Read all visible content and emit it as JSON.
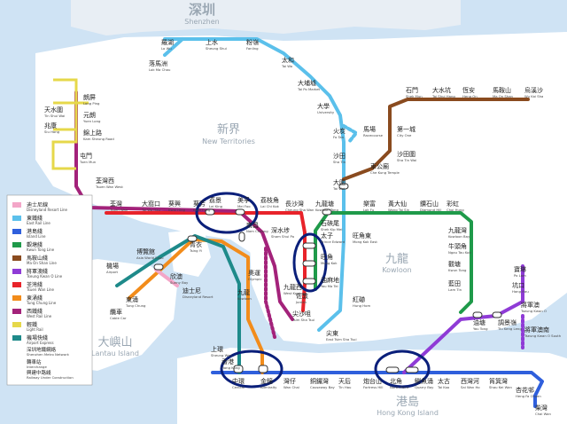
{
  "colors": {
    "water": "#cfe3f4",
    "land": "#ffffff",
    "disney": "#f3a6c8",
    "east_rail": "#5bc0eb",
    "island": "#2f5fdc",
    "kwun_tong": "#1f9a4a",
    "ma_on_shan": "#8a4b1f",
    "tseung_kwan_o": "#8f3bd6",
    "tsuen_wan": "#e8232a",
    "tung_chung": "#f28c1b",
    "west_rail": "#a3227a",
    "light_rail": "#e6d84a",
    "airport_express": "#1e8a8a",
    "highlight": "#0a1f7a"
  },
  "regions": {
    "shenzhen_zh": "深圳",
    "shenzhen_en": "Shenzhen",
    "nt_zh": "新界",
    "nt_en": "New Territories",
    "kowloon_zh": "九龍",
    "kowloon_en": "Kowloon",
    "lantau_zh": "大嶼山",
    "lantau_en": "Lantau Island",
    "hki_zh": "港島",
    "hki_en": "Hong Kong Island"
  },
  "legend": {
    "lines": [
      {
        "zh": "迪士尼線",
        "en": "Disneyland Resort Line",
        "color": "#f3a6c8"
      },
      {
        "zh": "東鐵綫",
        "en": "East Rail Line",
        "color": "#5bc0eb"
      },
      {
        "zh": "港島綫",
        "en": "Island Line",
        "color": "#2f5fdc"
      },
      {
        "zh": "觀塘綫",
        "en": "Kwun Tong Line",
        "color": "#1f9a4a"
      },
      {
        "zh": "馬鞍山綫",
        "en": "Ma On Shan Line",
        "color": "#8a4b1f"
      },
      {
        "zh": "將軍澳綫",
        "en": "Tseung Kwan O Line",
        "color": "#8f3bd6"
      },
      {
        "zh": "荃灣綫",
        "en": "Tsuen Wan Line",
        "color": "#e8232a"
      },
      {
        "zh": "東涌綫",
        "en": "Tung Chung Line",
        "color": "#f28c1b"
      },
      {
        "zh": "西鐵綫",
        "en": "West Rail Line",
        "color": "#a3227a"
      },
      {
        "zh": "輕鐵",
        "en": "Light Rail",
        "color": "#e6d84a"
      },
      {
        "zh": "機場快綫",
        "en": "Airport Express",
        "color": "#1e8a8a"
      }
    ],
    "boundary_zh": "深圳地鐵網絡",
    "boundary_en": "Shenzhen Metro Network",
    "interchange_zh": "轉車站",
    "interchange_en": "Interchange",
    "construction_zh": "興建中路綫",
    "construction_en": "Railway Under Construction"
  },
  "stations": [
    {
      "zh": "羅湖",
      "en": "Lo Wu"
    },
    {
      "zh": "上水",
      "en": "Sheung Shui"
    },
    {
      "zh": "粉嶺",
      "en": "Fanling"
    },
    {
      "zh": "落馬洲",
      "en": "Lok Ma Chau"
    },
    {
      "zh": "太和",
      "en": "Tai Wo"
    },
    {
      "zh": "大埔墟",
      "en": "Tai Po Market"
    },
    {
      "zh": "大學",
      "en": "University"
    },
    {
      "zh": "火炭",
      "en": "Fo Tan"
    },
    {
      "zh": "馬場",
      "en": "Racecourse"
    },
    {
      "zh": "沙田",
      "en": "Sha Tin"
    },
    {
      "zh": "大圍",
      "en": "Tai Wai"
    },
    {
      "zh": "九龍塘",
      "en": "Kowloon Tong"
    },
    {
      "zh": "旺角東",
      "en": "Mong Kok East"
    },
    {
      "zh": "紅磡",
      "en": "Hung Hom"
    },
    {
      "zh": "石門",
      "en": "Shek Mun"
    },
    {
      "zh": "大水坑",
      "en": "Tai Shui Hang"
    },
    {
      "zh": "恆安",
      "en": "Heng On"
    },
    {
      "zh": "馬鞍山",
      "en": "Ma On Shan"
    },
    {
      "zh": "烏溪沙",
      "en": "Wu Kai Sha"
    },
    {
      "zh": "第一城",
      "en": "City One"
    },
    {
      "zh": "沙田圍",
      "en": "Sha Tin Wai"
    },
    {
      "zh": "車公廟",
      "en": "Che Kung Temple"
    },
    {
      "zh": "天水圍",
      "en": "Tin Shui Wai"
    },
    {
      "zh": "朗屏",
      "en": "Long Ping"
    },
    {
      "zh": "元朗",
      "en": "Yuen Long"
    },
    {
      "zh": "錦上路",
      "en": "Kam Sheung Road"
    },
    {
      "zh": "兆康",
      "en": "Siu Hong"
    },
    {
      "zh": "屯門",
      "en": "Tuen Mun"
    },
    {
      "zh": "荃灣西",
      "en": "Tsuen Wan West"
    },
    {
      "zh": "荃灣",
      "en": "Tsuen Wan"
    },
    {
      "zh": "大窩口",
      "en": "Tai Wo Hau"
    },
    {
      "zh": "葵興",
      "en": "Kwai Hing"
    },
    {
      "zh": "葵芳",
      "en": "Kwai Fong"
    },
    {
      "zh": "荔景",
      "en": "Lai King"
    },
    {
      "zh": "美孚",
      "en": "Mei Foo"
    },
    {
      "zh": "荔枝角",
      "en": "Lai Chi Kok"
    },
    {
      "zh": "長沙灣",
      "en": "Cheung Sha Wan"
    },
    {
      "zh": "南昌",
      "en": "Nam Cheong"
    },
    {
      "zh": "深水埗",
      "en": "Sham Shui Po"
    },
    {
      "zh": "太子",
      "en": "Prince Edward"
    },
    {
      "zh": "石硤尾",
      "en": "Shek Kip Mei"
    },
    {
      "zh": "旺角",
      "en": "Mong Kok"
    },
    {
      "zh": "油麻地",
      "en": "Yau Ma Tei"
    },
    {
      "zh": "佐敦",
      "en": "Jordan"
    },
    {
      "zh": "尖沙咀",
      "en": "Tsim Sha Tsui"
    },
    {
      "zh": "尖東",
      "en": "East Tsim Sha Tsui"
    },
    {
      "zh": "九龍西",
      "en": "West Kowloon"
    },
    {
      "zh": "奧運",
      "en": "Olympic"
    },
    {
      "zh": "九龍",
      "en": "Kowloon"
    },
    {
      "zh": "青衣",
      "en": "Tsing Yi"
    },
    {
      "zh": "欣澳",
      "en": "Sunny Bay"
    },
    {
      "zh": "博覽館",
      "en": "Asia World Expo"
    },
    {
      "zh": "機場",
      "en": "Airport"
    },
    {
      "zh": "東涌",
      "en": "Tung Chung"
    },
    {
      "zh": "纜車",
      "en": "Cable Car"
    },
    {
      "zh": "迪士尼",
      "en": "Disneyland Resort"
    },
    {
      "zh": "樂富",
      "en": "Lok Fu"
    },
    {
      "zh": "黃大仙",
      "en": "Wong Tai Sin"
    },
    {
      "zh": "鑽石山",
      "en": "Diamond Hill"
    },
    {
      "zh": "彩虹",
      "en": "Choi Hung"
    },
    {
      "zh": "九龍灣",
      "en": "Kowloon Bay"
    },
    {
      "zh": "牛頭角",
      "en": "Ngau Tau Kok"
    },
    {
      "zh": "觀塘",
      "en": "Kwun Tong"
    },
    {
      "zh": "藍田",
      "en": "Lam Tin"
    },
    {
      "zh": "寶琳",
      "en": "Po Lam"
    },
    {
      "zh": "坑口",
      "en": "Hang Hau"
    },
    {
      "zh": "將軍澳",
      "en": "Tseung Kwan O"
    },
    {
      "zh": "將軍澳南",
      "en": "Tseung Kwan O South"
    },
    {
      "zh": "油塘",
      "en": "Yau Tong"
    },
    {
      "zh": "調景嶺",
      "en": "Tiu Keng Leng"
    },
    {
      "zh": "上環",
      "en": "Sheung Wan"
    },
    {
      "zh": "香港",
      "en": "Hong Kong"
    },
    {
      "zh": "中環",
      "en": "Central"
    },
    {
      "zh": "金鐘",
      "en": "Admiralty"
    },
    {
      "zh": "灣仔",
      "en": "Wan Chai"
    },
    {
      "zh": "銅鑼灣",
      "en": "Causeway Bay"
    },
    {
      "zh": "天后",
      "en": "Tin Hau"
    },
    {
      "zh": "炮台山",
      "en": "Fortress Hill"
    },
    {
      "zh": "北角",
      "en": "North Point"
    },
    {
      "zh": "鰂魚涌",
      "en": "Quarry Bay"
    },
    {
      "zh": "太古",
      "en": "Tai Koo"
    },
    {
      "zh": "西灣河",
      "en": "Sai Wan Ho"
    },
    {
      "zh": "筲箕灣",
      "en": "Shau Kei Wan"
    },
    {
      "zh": "杏花邨",
      "en": "Heng Fa Chuen"
    },
    {
      "zh": "柴灣",
      "en": "Chai Wan"
    }
  ]
}
